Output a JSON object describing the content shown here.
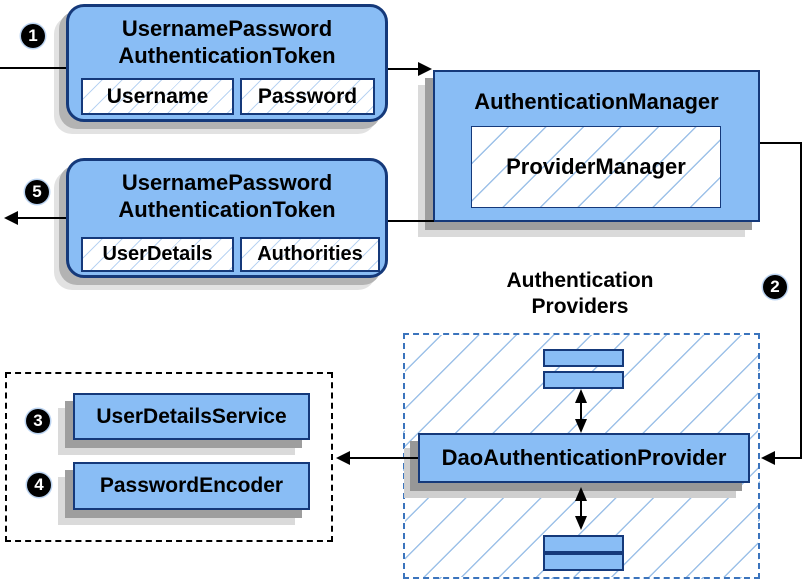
{
  "colors": {
    "box_fill": "#89bdf5",
    "box_border": "#15397a",
    "hatch_line": "#a6c9ec",
    "providers_dashed_border": "#3b74bd",
    "services_dotted_border": "#000000",
    "connector": "#000000",
    "shadow_dark": "#9a9a9a",
    "shadow_light": "#dadada",
    "badge_bg": "#000000",
    "badge_text": "#ffffff"
  },
  "steps": [
    "1",
    "2",
    "3",
    "4",
    "5"
  ],
  "request_token": {
    "title_line1": "UsernamePassword",
    "title_line2": "AuthenticationToken",
    "fields": [
      "Username",
      "Password"
    ]
  },
  "authentication_manager": {
    "title": "AuthenticationManager",
    "inner_label": "ProviderManager"
  },
  "providers": {
    "title_line1": "Authentication",
    "title_line2": "Providers",
    "provider_label": "DaoAuthenticationProvider"
  },
  "response_token": {
    "title_line1": "UsernamePassword",
    "title_line2": "AuthenticationToken",
    "fields": [
      "UserDetails",
      "Authorities"
    ]
  },
  "services": {
    "items": [
      "UserDetailsService",
      "PasswordEncoder"
    ]
  }
}
